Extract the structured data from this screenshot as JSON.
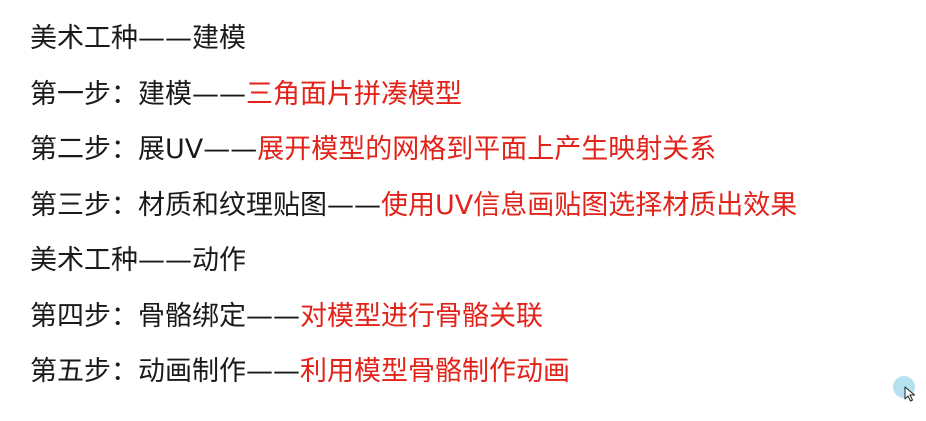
{
  "lines": [
    {
      "prefix": "美术工种",
      "dash": "——",
      "highlight": "建模",
      "highlight_color": "#1a1a1a"
    },
    {
      "prefix": "第一步：建模",
      "dash": "——",
      "highlight": "三角面片拼凑模型",
      "highlight_color": "#e2231a"
    },
    {
      "prefix": "第二步：展UV",
      "dash": "——",
      "highlight": "展开模型的网格到平面上产生映射关系",
      "highlight_color": "#e2231a"
    },
    {
      "prefix": "第三步：材质和纹理贴图",
      "dash": "——",
      "highlight": "使用UV信息画贴图选择材质出效果",
      "highlight_color": "#e2231a"
    },
    {
      "prefix": "美术工种",
      "dash": "——",
      "highlight": "动作",
      "highlight_color": "#1a1a1a"
    },
    {
      "prefix": "第四步：骨骼绑定",
      "dash": "——",
      "highlight": "对模型进行骨骼关联",
      "highlight_color": "#e2231a"
    },
    {
      "prefix": "第五步：动画制作",
      "dash": "——",
      "highlight": "利用模型骨骼制作动画",
      "highlight_color": "#e2231a"
    }
  ],
  "colors": {
    "text": "#1a1a1a",
    "accent": "#e2231a",
    "cursor_ring": "#78c8e6"
  },
  "icons": {
    "cursor": "mouse-pointer-icon"
  }
}
